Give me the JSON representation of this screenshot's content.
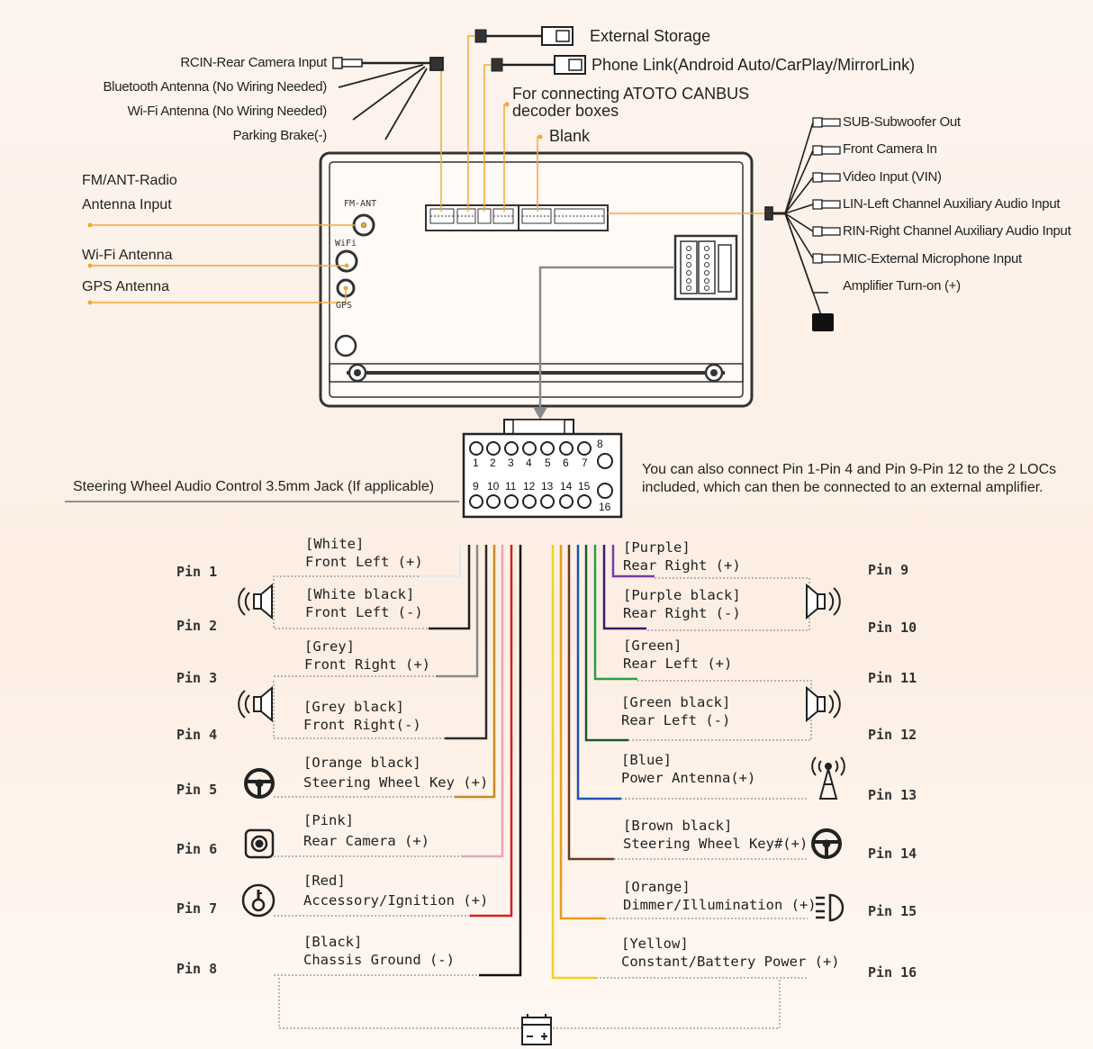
{
  "colors": {
    "accent_orange": "#f0a93a",
    "outline": "#333333",
    "wire_white": "#e8e8e8",
    "wire_white_black": "#1e1e1e",
    "wire_grey": "#8a8a8a",
    "wire_grey_black": "#2a2a2a",
    "wire_orange_black": "#c98a25",
    "wire_pink": "#e6a7b6",
    "wire_red": "#d32020",
    "wire_black": "#111111",
    "wire_purple": "#7a3aa8",
    "wire_purple_black": "#3a1a6a",
    "wire_green": "#2e9a3e",
    "wire_green_black": "#1e5a28",
    "wire_blue": "#1f52b5",
    "wire_brown_black": "#6b3a1e",
    "wire_orange": "#e89a1d",
    "wire_yellow": "#f2d21e"
  },
  "top_wires": {
    "external_storage": "External Storage",
    "phone_link": "Phone Link(Android Auto/CarPlay/MirrorLink)",
    "canbus_line1": "For connecting ATOTO CANBUS",
    "canbus_line2": "decoder boxes",
    "blank": "Blank",
    "rcin": "RCIN-Rear Camera Input",
    "bt_antenna": "Bluetooth Antenna (No Wiring Needed)",
    "wifi_antenna_nw": "Wi-Fi Antenna (No Wiring Needed)",
    "parking_brake": "Parking Brake(-)"
  },
  "left_inputs": {
    "fm_line1": "FM/ANT-Radio",
    "fm_line2": "Antenna Input",
    "wifi": "Wi-Fi Antenna",
    "gps": "GPS Antenna"
  },
  "unit_labels": {
    "fm_ant": "FM-ANT",
    "wifi": "WiFi",
    "gps": "GPS"
  },
  "right_outputs": [
    "SUB-Subwoofer Out",
    "Front Camera In",
    "Video Input (VIN)",
    "LIN-Left Channel Auxiliary Audio Input",
    "RIN-Right Channel Auxiliary Audio Input",
    "MIC-External Microphone Input",
    "Amplifier Turn-on (+)"
  ],
  "connector": {
    "top_numbers": [
      "1",
      "2",
      "3",
      "4",
      "5",
      "6",
      "7",
      "8"
    ],
    "bottom_numbers": [
      "9",
      "10",
      "11",
      "12",
      "13",
      "14",
      "15",
      "16"
    ]
  },
  "steering_jack": "Steering Wheel Audio Control 3.5mm Jack (If applicable)",
  "loc_note_line1": "You can also connect Pin 1-Pin 4 and Pin 9-Pin 12 to the 2 LOCs",
  "loc_note_line2": "included, which can then be connected to an external amplifier.",
  "pins_left": [
    {
      "pin": "Pin 1",
      "color": "[White]",
      "func": "Front Left (+)"
    },
    {
      "pin": "Pin 2",
      "color": "[White black]",
      "func": "Front Left (-)"
    },
    {
      "pin": "Pin 3",
      "color": "[Grey]",
      "func": "Front Right (+)"
    },
    {
      "pin": "Pin 4",
      "color": "[Grey black]",
      "func": "Front Right(-)"
    },
    {
      "pin": "Pin 5",
      "color": "[Orange black]",
      "func": "Steering Wheel Key (+)"
    },
    {
      "pin": "Pin 6",
      "color": "[Pink]",
      "func": "Rear Camera (+)"
    },
    {
      "pin": "Pin 7",
      "color": "[Red]",
      "func": "Accessory/Ignition (+)"
    },
    {
      "pin": "Pin 8",
      "color": "[Black]",
      "func": "Chassis Ground (-)"
    }
  ],
  "pins_right": [
    {
      "pin": "Pin 9",
      "color": "[Purple]",
      "func": "Rear Right (+)"
    },
    {
      "pin": "Pin 10",
      "color": "[Purple black]",
      "func": "Rear Right (-)"
    },
    {
      "pin": "Pin 11",
      "color": "[Green]",
      "func": "Rear Left (+)"
    },
    {
      "pin": "Pin 12",
      "color": "[Green black]",
      "func": "Rear Left (-)"
    },
    {
      "pin": "Pin 13",
      "color": "[Blue]",
      "func": "Power Antenna(+)"
    },
    {
      "pin": "Pin 14",
      "color": "[Brown black]",
      "func": "Steering Wheel Key#(+)"
    },
    {
      "pin": "Pin 15",
      "color": "[Orange]",
      "func": "Dimmer/Illumination (+)"
    },
    {
      "pin": "Pin 16",
      "color": "[Yellow]",
      "func": "Constant/Battery Power (+)"
    }
  ],
  "icons": [
    "speaker-icon",
    "speaker-icon",
    "steering-wheel-icon",
    "camera-icon",
    "ignition-key-icon",
    "speaker-icon",
    "speaker-icon",
    "antenna-icon",
    "steering-wheel-icon",
    "headlight-icon",
    "battery-icon"
  ]
}
